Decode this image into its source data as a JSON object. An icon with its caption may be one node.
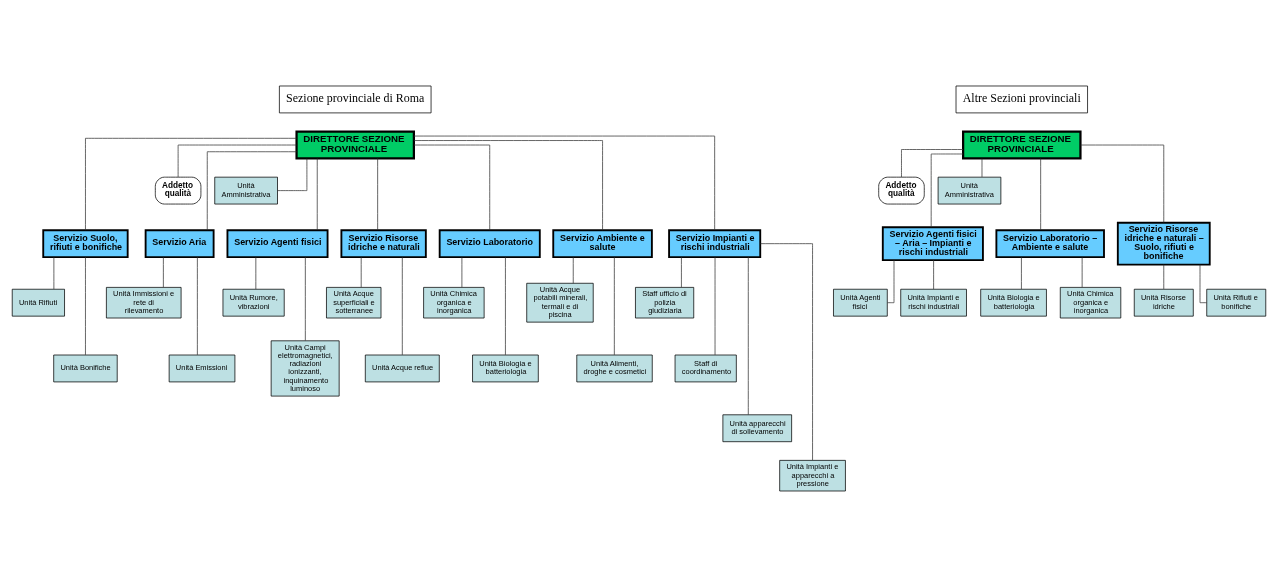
{
  "diagram": {
    "nodes": [
      {
        "text": [
          "Sezione provinciale di Roma"
        ]
      },
      {
        "text": [
          "DIRETTORE SEZIONE PROVINCIALE"
        ]
      },
      {
        "text": [
          "Addetto qualità"
        ]
      },
      {
        "text": [
          "Unità Amministrativa"
        ]
      },
      {
        "text": [
          "Servizio Suolo, rifiuti e bonifiche"
        ]
      },
      {
        "text": [
          "Servizio Aria"
        ]
      },
      {
        "text": [
          "Servizio Agenti fisici"
        ]
      },
      {
        "text": [
          "Servizio Risorse idriche e naturali"
        ]
      },
      {
        "text": [
          "Servizio Laboratorio"
        ]
      },
      {
        "text": [
          "Servizio Ambiente e salute"
        ]
      },
      {
        "text": [
          "Servizio Impianti e rischi industriali"
        ]
      },
      {
        "text": [
          "Unità Rifiuti"
        ]
      },
      {
        "text": [
          "Unità Bonifiche"
        ]
      },
      {
        "text": [
          "Unità Immissioni e rete di rilevamento"
        ]
      },
      {
        "text": [
          "Unità Emissioni"
        ]
      },
      {
        "text": [
          "Unità Rumore, vibrazioni"
        ]
      },
      {
        "text": [
          "Unità Campi elettromagnetici, radiazioni ionizzanti, inquinamento luminoso"
        ]
      },
      {
        "text": [
          "Unità Acque superficiali e sotterranee"
        ]
      },
      {
        "text": [
          "Unità Acque reflue"
        ]
      },
      {
        "text": [
          "Unità Chimica organica e inorganica"
        ]
      },
      {
        "text": [
          "Unità Biologia e batteriologia"
        ]
      },
      {
        "text": [
          "Unità Acque potabili minerali, termali e di piscina"
        ]
      },
      {
        "text": [
          "Unità Alimenti, droghe e cosmetici"
        ]
      },
      {
        "text": [
          "Staff ufficio di polizia giudiziaria"
        ]
      },
      {
        "text": [
          "Staff di coordinamento"
        ]
      },
      {
        "text": [
          "Unità apparecchi di sollevamento"
        ]
      },
      {
        "text": [
          "Unità Impianti e apparecchi a pressione"
        ]
      },
      {
        "text": [
          "Altre Sezioni provinciali"
        ]
      },
      {
        "text": [
          "DIRETTORE SEZIONE PROVINCIALE"
        ]
      },
      {
        "text": [
          "Addetto qualità"
        ]
      },
      {
        "text": [
          "Unità Amministrativa"
        ]
      },
      {
        "text": [
          "Servizio Agenti fisici – Aria – Impianti e rischi industriali"
        ]
      },
      {
        "text": [
          "Servizio Laboratorio – Ambiente e salute"
        ]
      },
      {
        "text": [
          "Servizio Risorse idriche e naturali – Suolo, rifiuti e bonifiche"
        ]
      },
      {
        "text": [
          "Unità Agenti fisici"
        ]
      },
      {
        "text": [
          "Unità Impianti e rischi industriali"
        ]
      },
      {
        "text": [
          "Unità Biologia e batteriologia"
        ]
      },
      {
        "text": [
          "Unità Chimica organica e inorganica"
        ]
      },
      {
        "text": [
          "Unità Risorse idriche"
        ]
      },
      {
        "text": [
          "Unità Rifiuti e bonifiche"
        ]
      }
    ],
    "edges": [
      {
        "from": 1,
        "to": 2,
        "arrow": "none"
      },
      {
        "from": 1,
        "to": 3,
        "arrow": "none"
      },
      {
        "from": 1,
        "to": 4,
        "arrow": "none"
      },
      {
        "from": 1,
        "to": 5,
        "arrow": "none"
      },
      {
        "from": 1,
        "to": 6,
        "arrow": "none"
      },
      {
        "from": 1,
        "to": 7,
        "arrow": "none"
      },
      {
        "from": 1,
        "to": 8,
        "arrow": "none"
      },
      {
        "from": 1,
        "to": 9,
        "arrow": "none"
      },
      {
        "from": 1,
        "to": 10,
        "arrow": "none"
      },
      {
        "from": 4,
        "to": 11,
        "arrow": "none"
      },
      {
        "from": 4,
        "to": 12,
        "arrow": "none"
      },
      {
        "from": 5,
        "to": 13,
        "arrow": "none"
      },
      {
        "from": 5,
        "to": 14,
        "arrow": "none"
      },
      {
        "from": 6,
        "to": 15,
        "arrow": "none"
      },
      {
        "from": 6,
        "to": 16,
        "arrow": "none"
      },
      {
        "from": 7,
        "to": 17,
        "arrow": "none"
      },
      {
        "from": 7,
        "to": 18,
        "arrow": "none"
      },
      {
        "from": 8,
        "to": 19,
        "arrow": "none"
      },
      {
        "from": 8,
        "to": 20,
        "arrow": "none"
      },
      {
        "from": 9,
        "to": 21,
        "arrow": "none"
      },
      {
        "from": 9,
        "to": 22,
        "arrow": "none"
      },
      {
        "from": 10,
        "to": 23,
        "arrow": "none"
      },
      {
        "from": 10,
        "to": 24,
        "arrow": "none"
      },
      {
        "from": 10,
        "to": 25,
        "arrow": "none"
      },
      {
        "from": 10,
        "to": 26,
        "arrow": "none"
      },
      {
        "from": 28,
        "to": 29,
        "arrow": "none"
      },
      {
        "from": 28,
        "to": 30,
        "arrow": "none"
      },
      {
        "from": 28,
        "to": 31,
        "arrow": "none"
      },
      {
        "from": 28,
        "to": 32,
        "arrow": "none"
      },
      {
        "from": 28,
        "to": 33,
        "arrow": "none"
      },
      {
        "from": 31,
        "to": 34,
        "arrow": "none"
      },
      {
        "from": 31,
        "to": 35,
        "arrow": "none"
      },
      {
        "from": 32,
        "to": 36,
        "arrow": "none"
      },
      {
        "from": 32,
        "to": 37,
        "arrow": "none"
      },
      {
        "from": 33,
        "to": 38,
        "arrow": "none"
      },
      {
        "from": 33,
        "to": 39,
        "arrow": "none"
      }
    ]
  }
}
